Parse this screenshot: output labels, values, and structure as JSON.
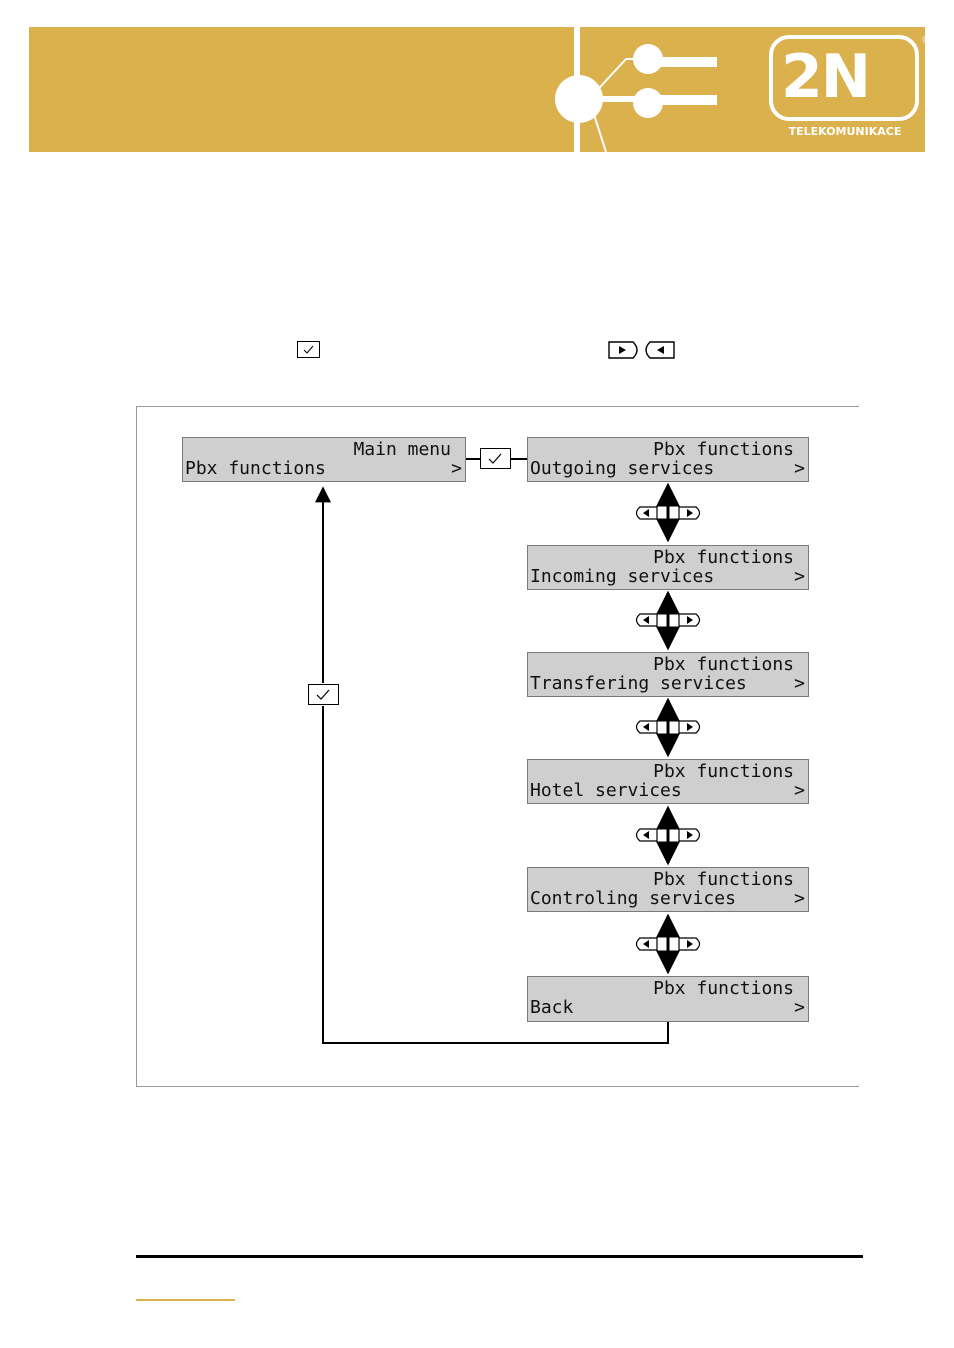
{
  "header": {
    "logo_text": "2N",
    "logo_subtitle": "TELEKOMUNIKACE",
    "registered_mark": "®"
  },
  "diagram": {
    "main_menu": {
      "top": "Main menu",
      "bottom": "Pbx functions",
      "chevron": ">"
    },
    "items": [
      {
        "top": "Pbx functions",
        "bottom": "Outgoing services",
        "chevron": ">"
      },
      {
        "top": "Pbx functions",
        "bottom": "Incoming services",
        "chevron": ">"
      },
      {
        "top": "Pbx functions",
        "bottom": "Transfering services",
        "chevron": ">"
      },
      {
        "top": "Pbx functions",
        "bottom": "Hotel services",
        "chevron": ">"
      },
      {
        "top": "Pbx functions",
        "bottom": "Controling services",
        "chevron": ">"
      },
      {
        "top": "Pbx functions",
        "bottom": "Back",
        "chevron": ">"
      }
    ]
  },
  "colors": {
    "banner": "#dbb14e",
    "lcd_bg": "#cfcfcf",
    "line": "#000000"
  },
  "icons": [
    "check-key-icon",
    "right-key-icon",
    "left-key-icon"
  ]
}
